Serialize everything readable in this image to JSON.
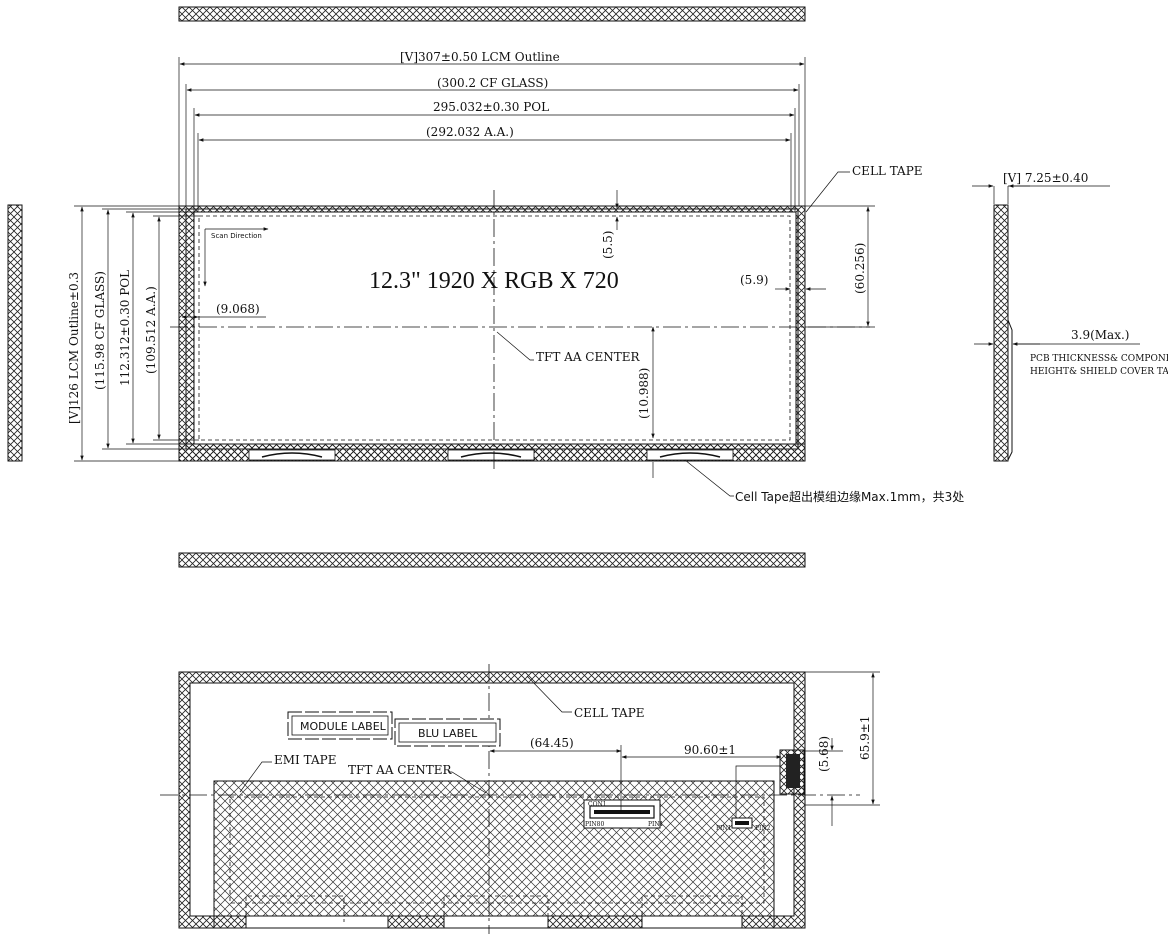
{
  "front_view": {
    "title": "12.3\" 1920 X RGB X 720",
    "scan_direction": "Scan Direction",
    "dim_outline_w": "[V]307±0.50 LCM Outline",
    "dim_cf_glass_w": "(300.2 CF GLASS)",
    "dim_pol_w": "295.032±0.30 POL",
    "dim_aa_w": "(292.032 A.A.)",
    "dim_outline_h": "[V]126 LCM Outline±0.3",
    "dim_cf_glass_h": "(115.98 CF GLASS)",
    "dim_pol_h": "112.312±0.30 POL",
    "dim_aa_h": "(109.512 A.A.)",
    "dim_top_offset": "(5.5)",
    "dim_right_offset": "(5.9)",
    "dim_right_height": "(60.256)",
    "dim_left_offset": "(9.068)",
    "dim_bottom_offset": "(10.988)",
    "cell_tape": "CELL TAPE",
    "tft_aa_center": "TFT AA CENTER",
    "cell_tape_note": "Cell Tape超出模组边缘Max.1mm，共3处"
  },
  "side_view": {
    "dim_thickness": "[V] 7.25±0.40",
    "dim_pcb": "3.9(Max.)",
    "note_line1": "PCB THICKNESS& COMPONENT",
    "note_line2": "HEIGHT& SHIELD COVER TAPE"
  },
  "rear_view": {
    "module_label": "MODULE LABEL",
    "blu_label": "BLU LABEL",
    "cell_tape": "CELL TAPE",
    "emi_tape": "EMI TAPE",
    "tft_aa_center": "TFT AA CENTER",
    "dim_center_offset": "(64.45)",
    "dim_connector": "90.60±1",
    "dim_connector_h": "(5.68)",
    "dim_height": "65.9±1",
    "con_label": "CON1",
    "pin_left": "PIN80",
    "pin_right": "PIN1",
    "fpc_pin_left": "PIN1",
    "fpc_pin_right": "PIN2"
  }
}
